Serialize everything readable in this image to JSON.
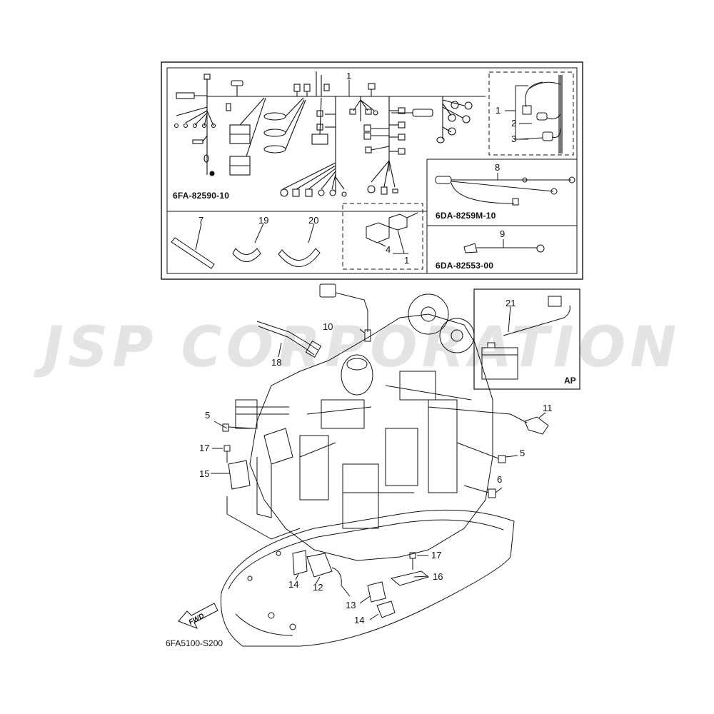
{
  "watermark": "JSP CORPORATION",
  "diagram_code": "6FA5100-S200",
  "fwd_label": "FWD",
  "ap_label": "AP",
  "codes": {
    "main_harness": "6FA-82590-10",
    "harness_8": "6DA-8259M-10",
    "harness_9": "6DA-82553-00"
  },
  "callouts": {
    "c1_top": "1",
    "c1_inset": "1",
    "c2_inset": "2",
    "c3_inset": "3",
    "c8": "8",
    "c9": "9",
    "c7": "7",
    "c19": "19",
    "c20": "20",
    "c4": "4",
    "c1_relay": "1",
    "c10": "10",
    "c18": "18",
    "c21": "21",
    "c11": "11",
    "c5_left": "5",
    "c5_right": "5",
    "c17_left": "17",
    "c17_right": "17",
    "c15": "15",
    "c6": "6",
    "c16": "16",
    "c14_left": "14",
    "c14_right": "14",
    "c12": "12",
    "c13": "13"
  },
  "colors": {
    "line": "#111111",
    "watermark": "#e4e4e4",
    "panel": "#ffffff"
  }
}
